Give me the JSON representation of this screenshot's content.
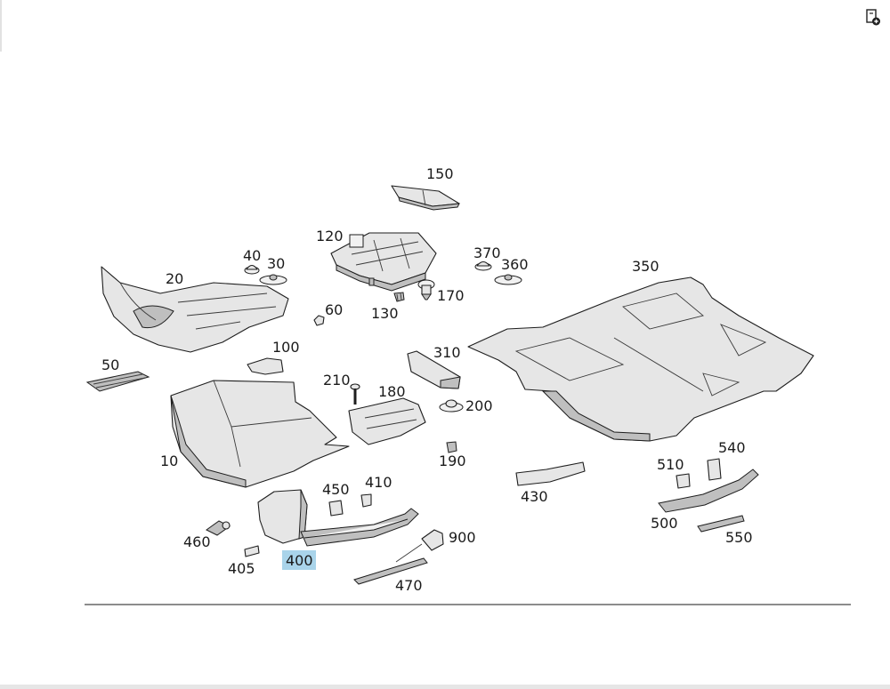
{
  "toolbar": {
    "corner_icon": "page-add-icon"
  },
  "diagram": {
    "selected_part": "400",
    "highlight_color": "#a9d4ea",
    "rule_color": "#8c8c8c",
    "callouts": [
      "150",
      "120",
      "40",
      "30",
      "370",
      "360",
      "350",
      "20",
      "170",
      "60",
      "130",
      "100",
      "310",
      "50",
      "210",
      "180",
      "200",
      "10",
      "190",
      "540",
      "510",
      "450",
      "410",
      "430",
      "460",
      "500",
      "900",
      "550",
      "400",
      "405",
      "470"
    ]
  }
}
